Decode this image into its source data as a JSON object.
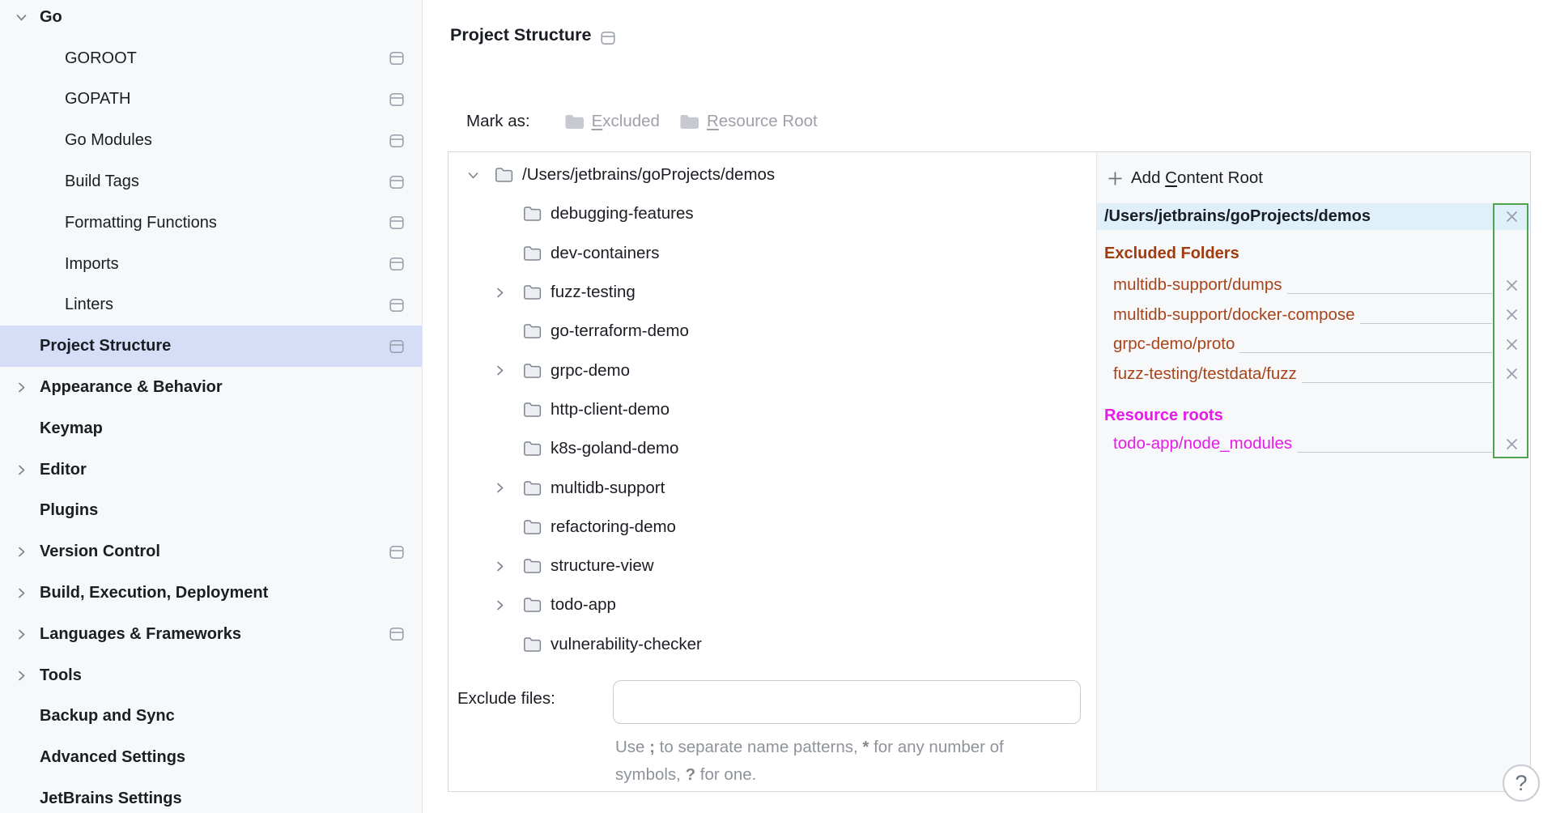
{
  "colors": {
    "sidebar_selection": "#d6ddf7",
    "excluded_header": "#a13b0e",
    "excluded_item": "#a8441a",
    "resource_header": "#e81ae8",
    "resource_item": "#e81ae8",
    "content_root_row_bg": "#dff0fb",
    "focus_green_border": "#4fa34f"
  },
  "sidebar": {
    "items": [
      {
        "label": "Go",
        "level": 0,
        "chevron": "down",
        "icon": false,
        "selected": false
      },
      {
        "label": "GOROOT",
        "level": 1,
        "chevron": null,
        "icon": true,
        "selected": false
      },
      {
        "label": "GOPATH",
        "level": 1,
        "chevron": null,
        "icon": true,
        "selected": false
      },
      {
        "label": "Go Modules",
        "level": 1,
        "chevron": null,
        "icon": true,
        "selected": false
      },
      {
        "label": "Build Tags",
        "level": 1,
        "chevron": null,
        "icon": true,
        "selected": false
      },
      {
        "label": "Formatting Functions",
        "level": 1,
        "chevron": null,
        "icon": true,
        "selected": false
      },
      {
        "label": "Imports",
        "level": 1,
        "chevron": null,
        "icon": true,
        "selected": false
      },
      {
        "label": "Linters",
        "level": 1,
        "chevron": null,
        "icon": true,
        "selected": false
      },
      {
        "label": "Project Structure",
        "level": 0,
        "chevron": null,
        "icon": true,
        "selected": true
      },
      {
        "label": "Appearance & Behavior",
        "level": 0,
        "chevron": "right",
        "icon": false,
        "selected": false
      },
      {
        "label": "Keymap",
        "level": 0,
        "chevron": null,
        "icon": false,
        "selected": false
      },
      {
        "label": "Editor",
        "level": 0,
        "chevron": "right",
        "icon": false,
        "selected": false
      },
      {
        "label": "Plugins",
        "level": 0,
        "chevron": null,
        "icon": false,
        "selected": false
      },
      {
        "label": "Version Control",
        "level": 0,
        "chevron": "right",
        "icon": true,
        "selected": false
      },
      {
        "label": "Build, Execution, Deployment",
        "level": 0,
        "chevron": "right",
        "icon": false,
        "selected": false
      },
      {
        "label": "Languages & Frameworks",
        "level": 0,
        "chevron": "right",
        "icon": true,
        "selected": false
      },
      {
        "label": "Tools",
        "level": 0,
        "chevron": "right",
        "icon": false,
        "selected": false
      },
      {
        "label": "Backup and Sync",
        "level": 0,
        "chevron": null,
        "icon": false,
        "selected": false
      },
      {
        "label": "Advanced Settings",
        "level": 0,
        "chevron": null,
        "icon": false,
        "selected": false
      },
      {
        "label": "JetBrains Settings",
        "level": 0,
        "chevron": null,
        "icon": false,
        "selected": false
      }
    ]
  },
  "header": {
    "title": "Project Structure"
  },
  "mark_as": {
    "label": "Mark as:",
    "buttons": [
      {
        "label": "Excluded",
        "mnemonic": "E"
      },
      {
        "label": "Resource Root",
        "mnemonic": "R"
      }
    ]
  },
  "tree": {
    "items": [
      {
        "label": "/Users/jetbrains/goProjects/demos",
        "level": 0,
        "chevron": "down"
      },
      {
        "label": "debugging-features",
        "level": 1,
        "chevron": null
      },
      {
        "label": "dev-containers",
        "level": 1,
        "chevron": null
      },
      {
        "label": "fuzz-testing",
        "level": 1,
        "chevron": "right"
      },
      {
        "label": "go-terraform-demo",
        "level": 1,
        "chevron": null
      },
      {
        "label": "grpc-demo",
        "level": 1,
        "chevron": "right"
      },
      {
        "label": "http-client-demo",
        "level": 1,
        "chevron": null
      },
      {
        "label": "k8s-goland-demo",
        "level": 1,
        "chevron": null
      },
      {
        "label": "multidb-support",
        "level": 1,
        "chevron": "right"
      },
      {
        "label": "refactoring-demo",
        "level": 1,
        "chevron": null
      },
      {
        "label": "structure-view",
        "level": 1,
        "chevron": "right"
      },
      {
        "label": "todo-app",
        "level": 1,
        "chevron": "right"
      },
      {
        "label": "vulnerability-checker",
        "level": 1,
        "chevron": null
      }
    ]
  },
  "details": {
    "add_content_root": {
      "label": "Add Content Root",
      "mnemonic": "C"
    },
    "content_root_path": "/Users/jetbrains/goProjects/demos",
    "excluded": {
      "title": "Excluded Folders",
      "items": [
        "multidb-support/dumps",
        "multidb-support/docker-compose",
        "grpc-demo/proto",
        "fuzz-testing/testdata/fuzz"
      ]
    },
    "resources": {
      "title": "Resource roots",
      "items": [
        "todo-app/node_modules"
      ]
    }
  },
  "exclude_files": {
    "label": "Exclude files:",
    "value": "",
    "hint": [
      {
        "t": "Use "
      },
      {
        "t": ";",
        "b": true
      },
      {
        "t": " to separate name patterns, "
      },
      {
        "t": "*",
        "b": true
      },
      {
        "t": " for any number of symbols, "
      },
      {
        "t": "?",
        "b": true
      },
      {
        "t": " for one."
      }
    ]
  },
  "help": {
    "label": "?"
  }
}
